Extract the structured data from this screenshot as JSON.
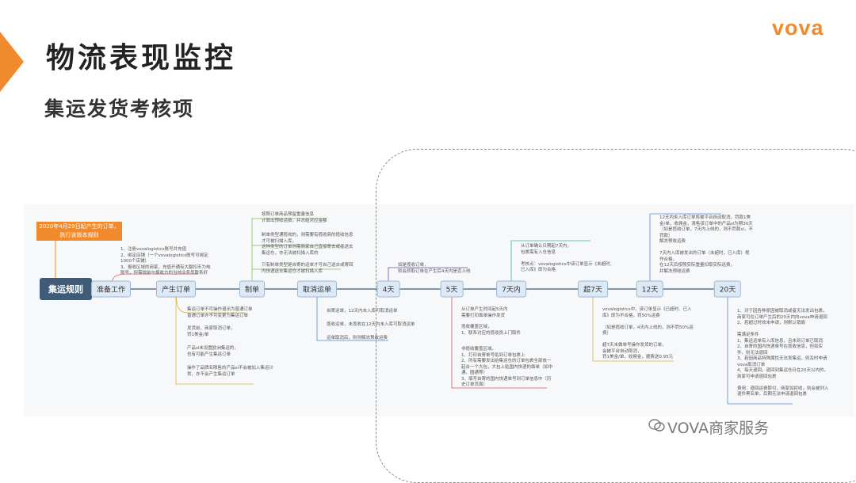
{
  "header": {
    "title": "物流表现监控",
    "subtitle": "集运发货考核项",
    "logo": "vova"
  },
  "mindmap": {
    "root": "集运规则",
    "rule_tag": "2020年4月29日起产生的订单，\n执行该版本规则",
    "nodes": [
      "准备工作",
      "产生订单",
      "制单",
      "取消运单",
      "4天",
      "5天",
      "7天内",
      "超7天",
      "12天",
      "20天"
    ],
    "notes": {
      "prep": "1、注册vovalogistics账号并充值\n2、绑定店铺（一个vovalogistics账号可绑定\n1000个店铺）\n3、报收区域的商家，充值开通有大额扣币为电\n账号，但需提前与报收方的当地业务员联系好",
      "order": [
        "集运订单不可操作退出为普通订单\n普通订单亦不可变更为集运订单",
        "发货前，商家取消订单，\n罚1美金/单",
        "产品sl未设置欧洲集运的，\n也有可能产生集运订单",
        "操作了品牌名限售的产品sl不会被加入集运计\n划，亦不会产生集运订单"
      ],
      "make": [
        "按照订单商品预留重量信息\n计算出预收运费，并冻结对应金额",
        "制单类型通揽收的，则需要有揽收商的揽收信息\n才可被扫描入库，\n这种类型的订单则需商家自己直接寄去或者送去\n集运仓，亦无法被扫描入库的",
        "只有制单类型是自寄的运单才可自己送去或寄回\n内快递送去集运仓才被扫描入库"
      ],
      "cancel": [
        "自寄运单，12天内未入库可取消运单",
        "揽收运单，未揽收在12天内未入库可取消运单",
        "运单取消后，则则解冻预收运费"
      ],
      "d4": "如是揽收订单，\n则会抓取订单在产生后4天内是否上线",
      "d5": [
        "从订单产生时间起5天内\n需要打印面单操作发货",
        "揽收覆盖区域，\n1、联系对应的揽收员上门取件",
        "非揽收覆盖区域，\n1、打印自寄单号贴到订单包裹上\n2、所有需要发出给集运仓的订单包裹全部放一\n起合一个大包，大包上贴国内快递的面单（如中\n通、圆通等）\n3、填写自寄的国内快递单号到订单信息中（历\n史订单页面）"
      ],
      "d7": "从订单确认日期起7天内，\n包裹需有入仓信息\n\n考核点：vovalogistics中该订单显示《未超时、\n已入库》即为合格",
      "over7": "vovalogistics中，该订单显示《已超时、已入\n库》即为不合格，罚50%运费\n\n（如是揽收订单，4天内上线的，则不罚50%运\n费）\n\n超7天未做单号操作发货的订单，\n会被平台自动取消，\n罚1美金/单，收佣金，据费送0.95元",
      "d12": "12天内未入库订单将被平台自动取消，罚款1美\n金/单，收佣金，清售该订单中的产品sl为期30天\n（如是揽收订单，7天内上线的，则不罚款sl，不\n罚款）\n解冻预收运费\n\n7天内入库被发出的订单（未超时，已入库）视\n作合格，\n在12天后按照实际重量扣取实际运费，\n并解冻预收运费",
      "d20": "1、对于因各种原因被取消或者无法发出包裹，\n商家可在订单产生后的20天内向vova申请退回\n2、若超过时效未申请，则默认销毁\n\n需满足条件\n1、集运运单有入库信息，且未到订单已取消\n2、自寄的国内快递单号在揽收信息，但如实\n件，则无法退回\n3、若因商品特殊属性无法发集运，则及时申请\nvova取消订单\n4、每天退回，退回到集运仓日在20天以内的，\n商家可申请退回包裹\n\n费用：退回运费那付，商家如拒收，则会被列入\n退件黑名单，后期无法申请退回包裹"
    }
  },
  "watermark": "VOVA商家服务",
  "colors": {
    "accent": "#f08a2c",
    "root": "#3f5b78"
  }
}
